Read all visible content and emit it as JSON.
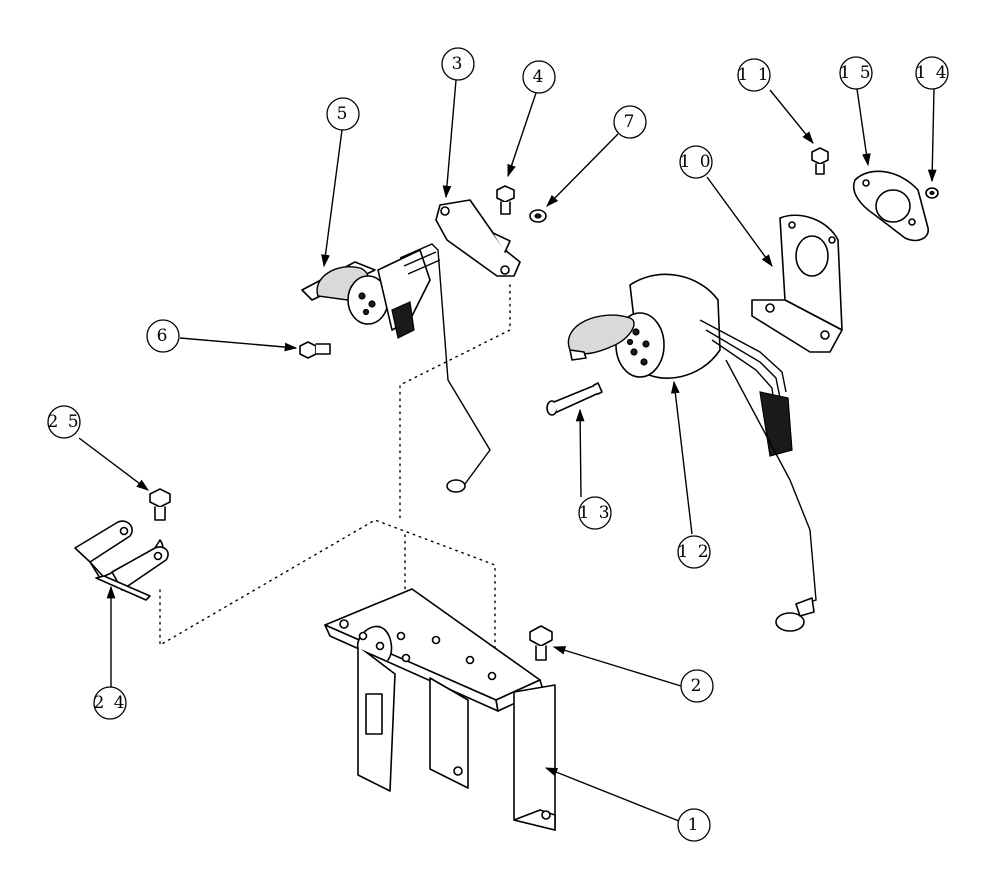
{
  "diagram": {
    "callouts": [
      {
        "id": "1",
        "label": "1"
      },
      {
        "id": "2",
        "label": "2"
      },
      {
        "id": "3",
        "label": "3"
      },
      {
        "id": "4",
        "label": "4"
      },
      {
        "id": "5",
        "label": "5"
      },
      {
        "id": "6",
        "label": "6"
      },
      {
        "id": "7",
        "label": "7"
      },
      {
        "id": "10",
        "label": "1 0"
      },
      {
        "id": "11",
        "label": "1 1"
      },
      {
        "id": "12",
        "label": "1 2"
      },
      {
        "id": "13",
        "label": "1 3"
      },
      {
        "id": "14",
        "label": "1 4"
      },
      {
        "id": "15",
        "label": "1 5"
      },
      {
        "id": "24",
        "label": "2 4"
      },
      {
        "id": "25",
        "label": "2 5"
      }
    ],
    "colors": {
      "line": "#000000",
      "background": "#ffffff"
    }
  }
}
